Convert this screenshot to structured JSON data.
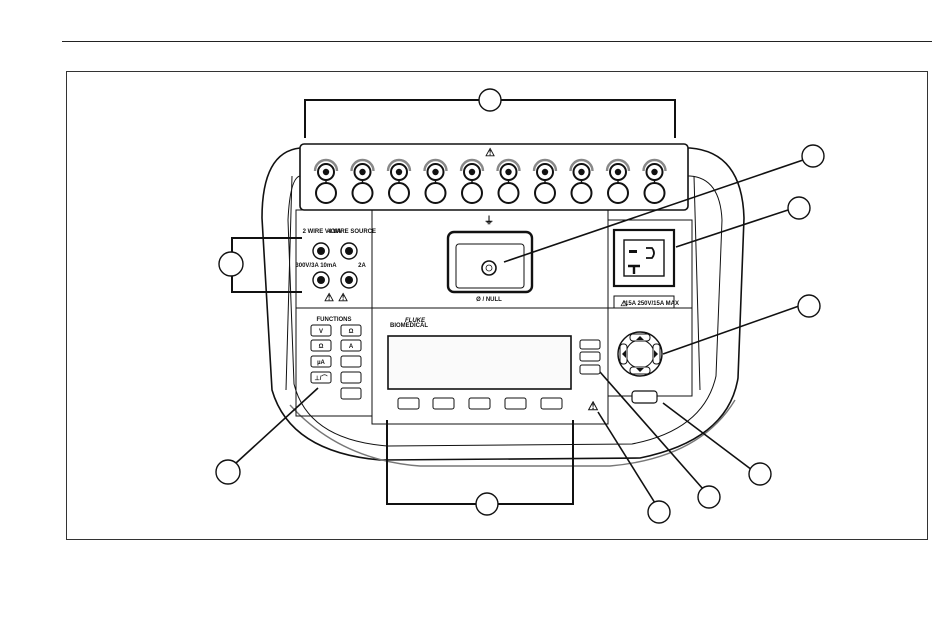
{
  "panel": {
    "mode_label_2wire": "2 WIRE V/Ω/A",
    "mode_label_4wire": "4 WIRE SOURCE",
    "jack_rating": "300V/3A 10mA",
    "jack_rating_side": "2A",
    "ground_null_label": "Ø / NULL",
    "functions_label": "FUNCTIONS",
    "function_buttons": [
      "V",
      "Ω",
      "Ω",
      "A",
      "µA",
      "⊥/⌒"
    ],
    "brand": "FLUKE",
    "brand_sub": "BIOMEDICAL",
    "outlet_rating": "15A 250V/15A MAX"
  },
  "softkeys_count": 5,
  "lead_jacks_count": 10,
  "colors": {
    "line": "#111111",
    "panel_fill": "#ffffff",
    "display_fill": "#fafafa"
  }
}
